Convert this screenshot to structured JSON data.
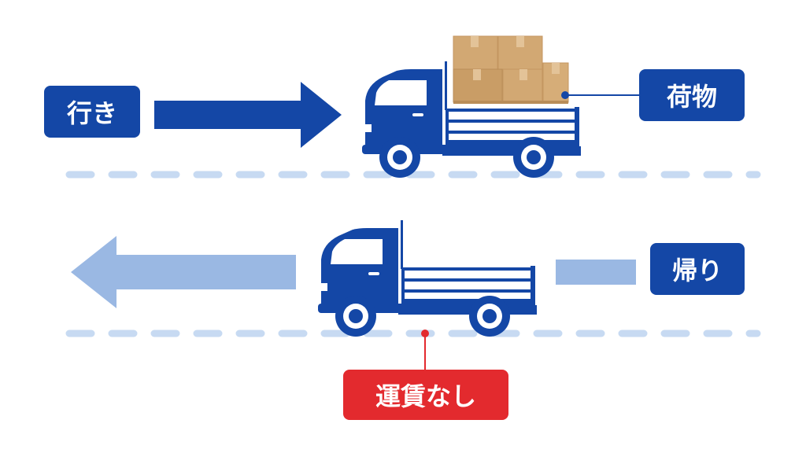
{
  "labels": {
    "outbound": "行き",
    "cargo": "荷物",
    "return": "帰り",
    "no_fare": "運賃なし"
  },
  "colors": {
    "truck_blue": "#1447a6",
    "arrow_outbound": "#1447a6",
    "arrow_return": "#9ab8e3",
    "road_dash": "#c7daf2",
    "label_red": "#e32a2e",
    "box_tan": "#d2a873"
  },
  "icons": {
    "outbound_truck": "loaded-truck-icon",
    "return_truck": "empty-truck-icon",
    "cargo": "cardboard-boxes-icon"
  }
}
